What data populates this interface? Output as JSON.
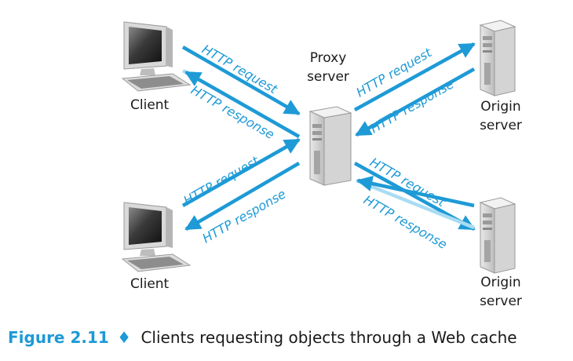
{
  "nodes": {
    "client_top": "Client",
    "client_bottom": "Client",
    "proxy_line1": "Proxy",
    "proxy_line2": "server",
    "origin_top_line1": "Origin",
    "origin_top_line2": "server",
    "origin_bottom_line1": "Origin",
    "origin_bottom_line2": "server"
  },
  "links": {
    "tl_request": "HTTP request",
    "tl_response": "HTTP response",
    "bl_request": "HTTP request",
    "bl_response": "HTTP response",
    "tr_request": "HTTP request",
    "tr_response": "HTTP response",
    "br_request": "HTTP request",
    "br_response": "HTTP response"
  },
  "caption": {
    "figure": "Figure 2.11",
    "separator": "♦",
    "text": "Clients requesting objects through a Web cache"
  },
  "colors": {
    "arrow": "#1e9ad6",
    "arrow_pale": "#a9dcf3",
    "label": "#1e9ad6"
  }
}
